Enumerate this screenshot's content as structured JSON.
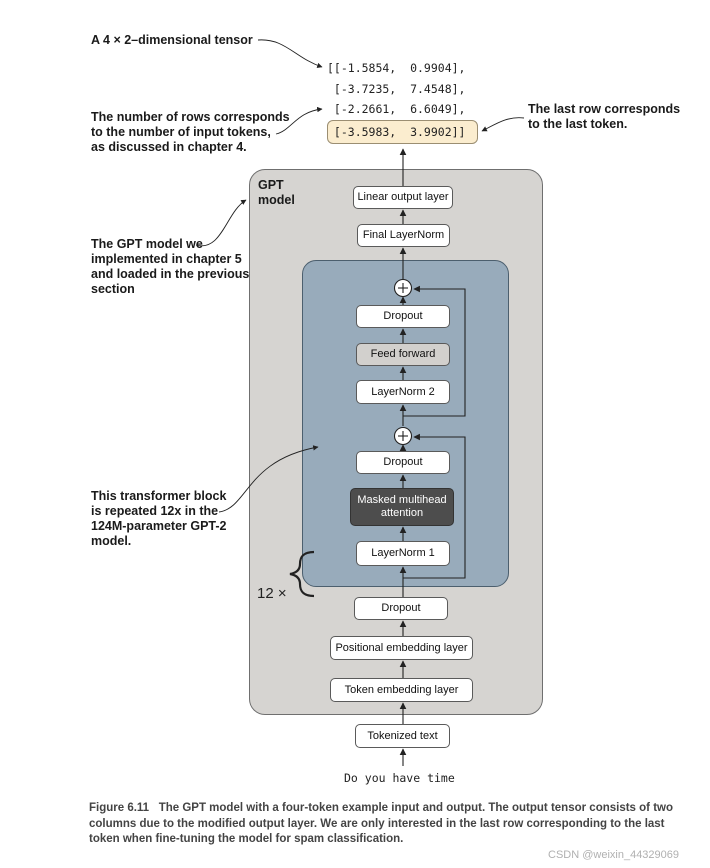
{
  "annotations": {
    "tensor": [
      "A 4 × 2–dimensional tensor"
    ],
    "rows": [
      "The number of rows corresponds",
      "to the number of input tokens,",
      "as discussed in chapter 4."
    ],
    "last_row": [
      "The last row corresponds",
      "to the last token."
    ],
    "gpt_model": [
      "The GPT model we",
      "implemented in chapter 5",
      "and loaded in the previous",
      "section"
    ],
    "transformer": [
      "This transformer block",
      "is repeated 12x in the",
      "124M-parameter GPT-2",
      "model."
    ]
  },
  "tensor_lines": [
    "[[-1.5854,  0.9904],",
    " [-3.7235,  7.4548],",
    " [-2.2661,  6.6049],",
    " [-3.5983,  3.9902]]"
  ],
  "gpt_title": [
    "GPT",
    "model"
  ],
  "layers": {
    "linear_output": "Linear output layer",
    "final_layernorm": "Final LayerNorm",
    "dropout_top": "Dropout",
    "feed_forward": "Feed forward",
    "layernorm2": "LayerNorm 2",
    "dropout_mid": "Dropout",
    "attention": "Masked multihead attention",
    "layernorm1": "LayerNorm 1",
    "dropout_bottom": "Dropout",
    "positional_embedding": "Positional embedding layer",
    "token_embedding": "Token embedding layer",
    "tokenized_text": "Tokenized text"
  },
  "repeat_label": "12 ×",
  "input_text": "Do you have time",
  "caption": {
    "figure": "Figure 6.11",
    "text": "The GPT model with a four-token example input and output. The output tensor consists of two columns due to the modified output layer. We are only interested in the last row corresponding to the last token when fine-tuning the model for spam classification."
  },
  "watermark": "CSDN @weixin_44329069",
  "colors": {
    "gpt_panel": "#d6d4d1",
    "transformer_panel": "#98abbb",
    "highlight_row": "#fbedcf",
    "feed_forward": "#d2d0cd",
    "attention": "#4d4d4d"
  }
}
